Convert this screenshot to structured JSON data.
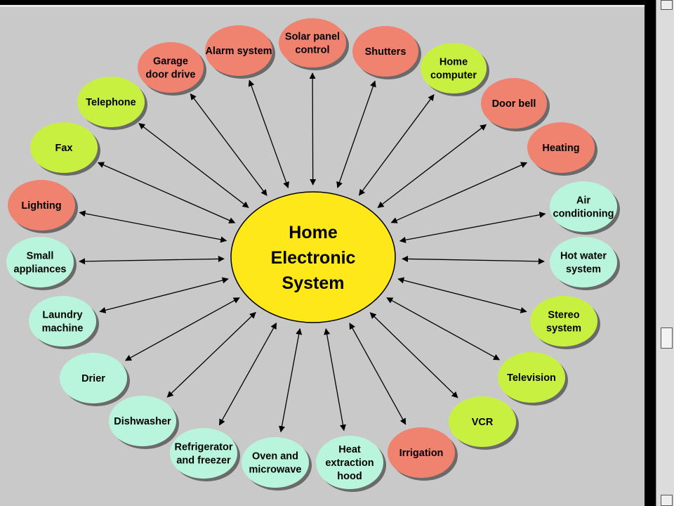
{
  "diagram": {
    "hub": {
      "lines": [
        "Home",
        "Electronic",
        "System"
      ],
      "color": "#ffe81a"
    },
    "colors": {
      "red": "#f08270",
      "green": "#c8f040",
      "teal": "#b8f5dc"
    },
    "nodes": [
      {
        "id": "solar-panel-control",
        "lines": [
          "Solar panel",
          "control"
        ],
        "color": "red"
      },
      {
        "id": "shutters",
        "lines": [
          "Shutters"
        ],
        "color": "red"
      },
      {
        "id": "home-computer",
        "lines": [
          "Home",
          "computer"
        ],
        "color": "green"
      },
      {
        "id": "door-bell",
        "lines": [
          "Door bell"
        ],
        "color": "red"
      },
      {
        "id": "heating",
        "lines": [
          "Heating"
        ],
        "color": "red"
      },
      {
        "id": "air-conditioning",
        "lines": [
          "Air",
          "conditioning"
        ],
        "color": "teal"
      },
      {
        "id": "hot-water-system",
        "lines": [
          "Hot water",
          "system"
        ],
        "color": "teal"
      },
      {
        "id": "stereo-system",
        "lines": [
          "Stereo",
          "system"
        ],
        "color": "green"
      },
      {
        "id": "television",
        "lines": [
          "Television"
        ],
        "color": "green"
      },
      {
        "id": "vcr",
        "lines": [
          "VCR"
        ],
        "color": "green"
      },
      {
        "id": "irrigation",
        "lines": [
          "Irrigation"
        ],
        "color": "red"
      },
      {
        "id": "heat-extraction-hood",
        "lines": [
          "Heat",
          "extraction",
          "hood"
        ],
        "color": "teal"
      },
      {
        "id": "oven-and-microwave",
        "lines": [
          "Oven and",
          "microwave"
        ],
        "color": "teal"
      },
      {
        "id": "refrigerator-and-freezer",
        "lines": [
          "Refrigerator",
          "and freezer"
        ],
        "color": "teal"
      },
      {
        "id": "dishwasher",
        "lines": [
          "Dishwasher"
        ],
        "color": "teal"
      },
      {
        "id": "drier",
        "lines": [
          "Drier"
        ],
        "color": "teal"
      },
      {
        "id": "laundry-machine",
        "lines": [
          "Laundry",
          "machine"
        ],
        "color": "teal"
      },
      {
        "id": "small-appliances",
        "lines": [
          "Small",
          "appliances"
        ],
        "color": "teal"
      },
      {
        "id": "lighting",
        "lines": [
          "Lighting"
        ],
        "color": "red"
      },
      {
        "id": "fax",
        "lines": [
          "Fax"
        ],
        "color": "green"
      },
      {
        "id": "telephone",
        "lines": [
          "Telephone"
        ],
        "color": "green"
      },
      {
        "id": "garage-door-drive",
        "lines": [
          "Garage",
          "door drive"
        ],
        "color": "red"
      },
      {
        "id": "alarm-system",
        "lines": [
          "Alarm system"
        ],
        "color": "red"
      }
    ]
  }
}
